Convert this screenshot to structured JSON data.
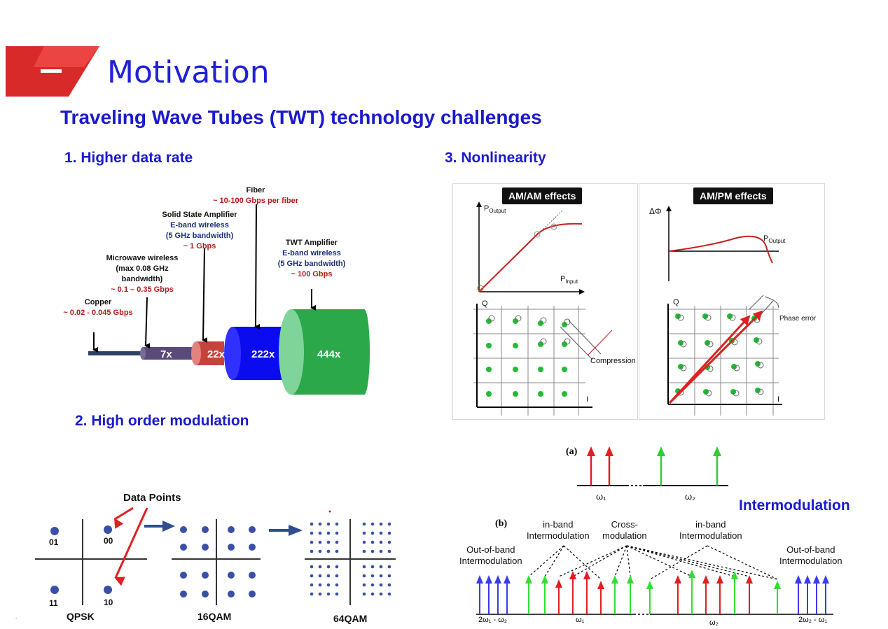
{
  "slide": {
    "title": "Motivation",
    "subtitle": "Traveling Wave Tubes (TWT) technology challenges"
  },
  "section1": {
    "heading": "1. Higher data rate",
    "labels": {
      "copper_name": "Copper",
      "copper_rate": "~ 0.02 - 0.045 Gbps",
      "micro_name_1": "Microwave wireless",
      "micro_name_2": "(max 0.08 GHz",
      "micro_name_3": "bandwidth)",
      "micro_rate": "~ 0.1 – 0.35 Gbps",
      "ssa_name": "Solid State Amplifier",
      "ssa_sub_1": "E-band wireless",
      "ssa_sub_2": "(5 GHz bandwidth)",
      "ssa_rate": "~ 1 Gbps",
      "fiber_name": "Fiber",
      "fiber_rate": "~ 10-100 Gbps per fiber",
      "twt_name": "TWT Amplifier",
      "twt_sub_1": "E-band wireless",
      "twt_sub_2": "(5 GHz bandwidth)",
      "twt_rate": "~ 100 Gbps"
    },
    "multipliers": [
      "7x",
      "22x",
      "222x",
      "444x"
    ],
    "colors": {
      "micro": "#5a4a7a",
      "ssa": "#c4443c",
      "fiber": "#0b0bf0",
      "twt": "#2aa84a",
      "copper": "#2e3f66"
    }
  },
  "section2": {
    "heading": "2. High order modulation",
    "data_points_label": "Data Points",
    "qpsk_bits": [
      "01",
      "00",
      "11",
      "10"
    ],
    "names": [
      "QPSK",
      "16QAM",
      "64QAM"
    ]
  },
  "section3": {
    "heading": "3. Nonlinearity",
    "amam": {
      "header": "AM/AM effects",
      "y_axis": "P",
      "y_axis_sub": "Output",
      "x_axis": "P",
      "x_axis_sub": "Input",
      "q_label": "Q",
      "i_label": "I",
      "annotation": "Compression"
    },
    "ampm": {
      "header": "AM/PM effects",
      "y_axis": "ΔΦ",
      "curve_label": "P",
      "curve_label_sub": "Output",
      "q_label": "Q",
      "i_label": "I",
      "annotation": "Phase error"
    }
  },
  "spectrum": {
    "panel_a": "(a)",
    "panel_b": "(b)",
    "omega1": "ω₁",
    "omega2": "ω₂",
    "heading": "Intermodulation",
    "oob_left_1": "Out-of-band",
    "oob_left_2": "Intermodulation",
    "inband_left_1": "in-band",
    "inband_left_2": "Intermodulation",
    "cross_1": "Cross-",
    "cross_2": "modulation",
    "inband_right_1": "in-band",
    "inband_right_2": "Intermodulation",
    "oob_right_1": "Out-of-band",
    "oob_right_2": "Intermodulation",
    "axis_left": "2ω₁ - ω₂",
    "axis_w1": "ω₁",
    "axis_w2": "ω₂",
    "axis_right": "2ω₂ - ω₁"
  }
}
